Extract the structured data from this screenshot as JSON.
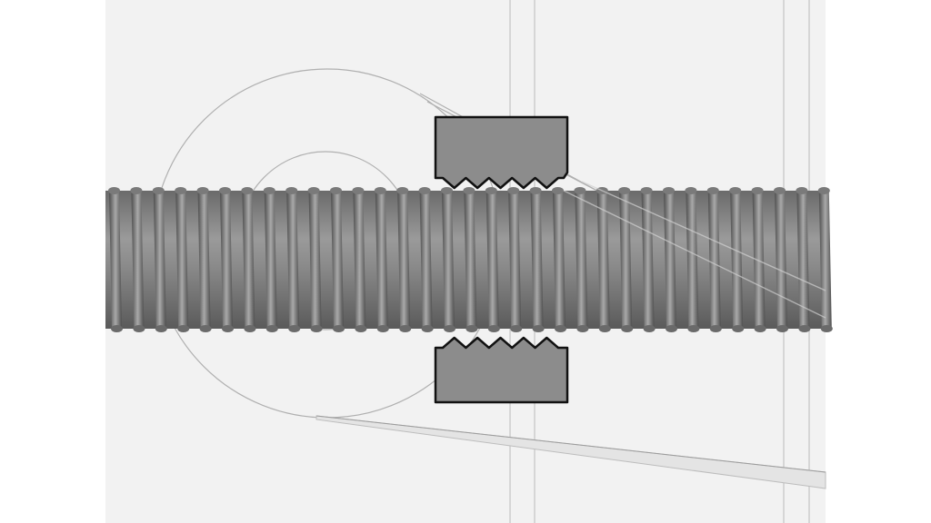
{
  "scene": {
    "description_visible_text": "",
    "colors": {
      "background": "#ffffff",
      "viewport": "#f2f2f2",
      "rod_dark": "#5e5e5e",
      "rod_mid": "#8c8c8c",
      "rod_light": "#b4b4b4",
      "die_fill": "#8c8c8c",
      "die_outline": "#111111",
      "ghost_lines": "#a8a8a8",
      "frame_lines": "#d6d6d6"
    },
    "components": [
      "threaded-rod",
      "upper-threading-die",
      "lower-threading-die",
      "ghost-large-circle",
      "ghost-small-circle",
      "ghost-belt-lines",
      "background-frame-posts"
    ],
    "die_teeth_count": 5
  }
}
